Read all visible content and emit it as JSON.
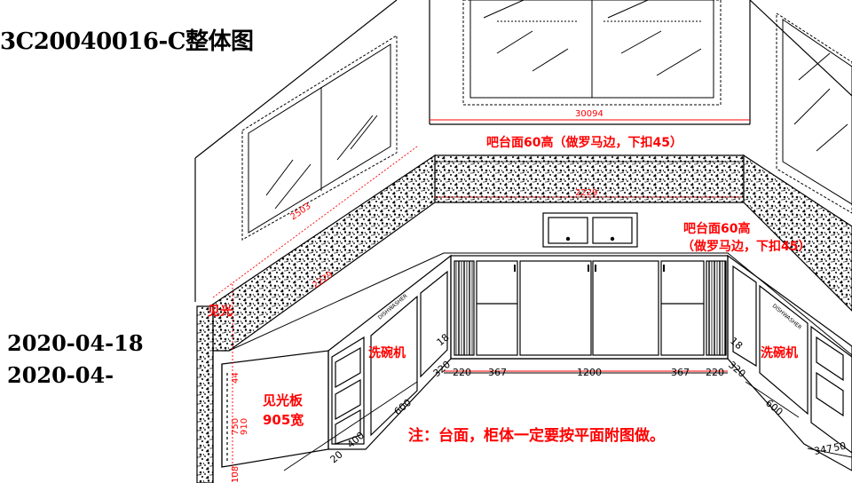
{
  "header": {
    "title": "3C20040016-C整体图",
    "date_line_1": "2020-04-18",
    "date_line_2": "2020-04-"
  },
  "annotations": {
    "bar_top": "吧台面60高（做罗马边，下扣45）",
    "bar_right_1": "吧台面60高",
    "bar_right_2": "（做罗马边，下扣45）",
    "light_label": "见光",
    "light_board_1": "见光板",
    "light_board_2": "905宽",
    "dishwasher_left": "洗碗机",
    "dishwasher_right": "洗碗机",
    "note": "注：台面，柜体一定要按平面附图做。"
  },
  "dimensions": {
    "top_wall": "30094",
    "left_wall": "2503",
    "back_counter": "2229",
    "left_counter": "2229",
    "base_220_left": "220",
    "base_367_left": "367",
    "base_1200": "1200",
    "base_367_right": "367",
    "base_220_right": "220",
    "angle_320_left": "320",
    "angle_320_right": "320",
    "depth_600_left": "600",
    "depth_600_right": "600",
    "num_400": "400",
    "num_20": "20",
    "num_18_left": "18",
    "num_18_right": "18",
    "height_750": "750",
    "height_910": "910",
    "height_44": "44",
    "height_108": "108",
    "right_347": "347",
    "right_50": "50"
  },
  "colors": {
    "line": "#000000",
    "annotation": "#ff0000",
    "dimension": "#ff0000"
  }
}
